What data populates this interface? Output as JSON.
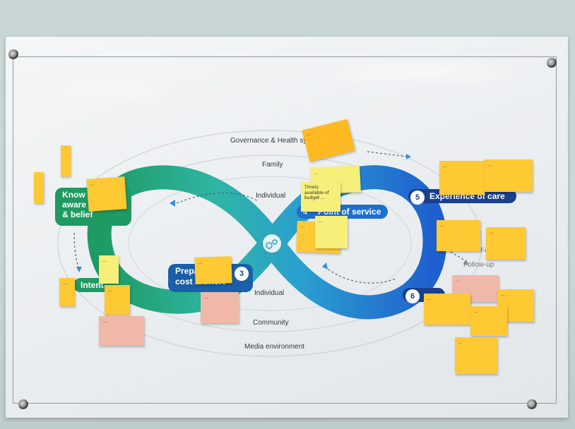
{
  "diagram": {
    "layers": {
      "governance": "Governance & Health sys",
      "family": "Family",
      "individual_top": "Individual",
      "individual_bottom": "Individual",
      "community": "Community",
      "media": "Media environment"
    },
    "stages": {
      "knowledge_line1": "Know",
      "knowledge_line2": "aware",
      "knowledge_line3": "& belief",
      "intent": "Intent",
      "preparation_line1": "Prepa",
      "preparation_line2": "cost & effort",
      "preparation_num": "3",
      "point_of_service": "Point of service",
      "point_of_service_num": "4",
      "experience_of_care": "Experience of care",
      "experience_num": "5",
      "stage6_num": "6",
      "follow_up": "Follow-up",
      "follow_up_partial": "Fo"
    },
    "colors": {
      "green": "#1e9a62",
      "teal": "#2fb5a5",
      "blue": "#1f6fd0",
      "navy": "#1a3f8c"
    }
  },
  "sticky_notes": [
    {
      "id": "n1",
      "text": "...",
      "color": "orange"
    },
    {
      "id": "n2",
      "text": "",
      "color": "orange"
    },
    {
      "id": "n3",
      "text": "",
      "color": "orange"
    },
    {
      "id": "n4",
      "text": "...",
      "color": "orange"
    },
    {
      "id": "n5",
      "text": "...",
      "color": "light"
    },
    {
      "id": "n6",
      "text": "Timely available of budget ...",
      "color": "light"
    },
    {
      "id": "n7",
      "text": "...",
      "color": "orange"
    },
    {
      "id": "n8",
      "text": "...",
      "color": "light"
    },
    {
      "id": "n9",
      "text": "...",
      "color": "orange"
    },
    {
      "id": "n10",
      "text": "...",
      "color": "light"
    },
    {
      "id": "n11",
      "text": "...",
      "color": "pink"
    },
    {
      "id": "n12",
      "text": "...",
      "color": "orange"
    },
    {
      "id": "n13",
      "text": "...",
      "color": "pink"
    },
    {
      "id": "n14",
      "text": "...",
      "color": "orange"
    },
    {
      "id": "n15",
      "text": "...",
      "color": "orange"
    },
    {
      "id": "n16",
      "text": "...",
      "color": "orange"
    },
    {
      "id": "n17",
      "text": "...",
      "color": "orange"
    },
    {
      "id": "n18",
      "text": "...",
      "color": "pink"
    },
    {
      "id": "n19",
      "text": "...",
      "color": "orange"
    },
    {
      "id": "n20",
      "text": "...",
      "color": "orange"
    },
    {
      "id": "n21",
      "text": "...",
      "color": "orange"
    },
    {
      "id": "n22",
      "text": "...",
      "color": "orange"
    },
    {
      "id": "n23",
      "text": "...",
      "color": "orange"
    }
  ]
}
